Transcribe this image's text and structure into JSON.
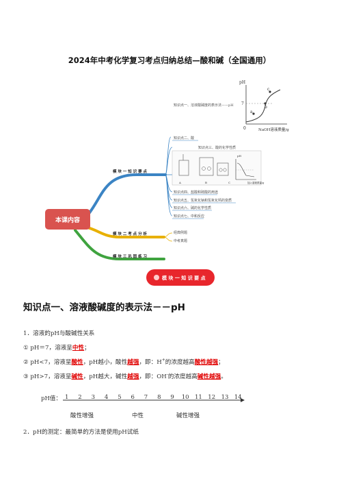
{
  "title": "2024年中考化学复习考点归纳总结—酸和碱（全国通用）",
  "mindmap": {
    "center": "本课内容",
    "branches": [
      {
        "label": "模 块 一   知 识 要 点",
        "color": "#3b84c4"
      },
      {
        "label": "模 块 二   考 点 分 析",
        "color": "#e8b000"
      },
      {
        "label": "模 块 三   巩 固 练 习",
        "color": "#3fa33f"
      }
    ],
    "kp1": "知识点一、溶液酸碱度的表示法——pH",
    "kp2": "知识点二、酸",
    "kp3": "知识点三、酸的化学性质",
    "kp4": "知识点四、盐酸和硫酸的用途",
    "kp5": "知识点五、氢氧化钠和氢氧化钙的变质",
    "kp6": "知识点六、碱的化学性质",
    "kp7": "知识点七、中和反应",
    "m2_items": [
      "经典例题",
      "中考真题"
    ],
    "graph": {
      "ylabel": "pH",
      "xlabel": "NaOH溶液质量/g",
      "seven": "7",
      "zero": "0",
      "a": "a",
      "b": "b",
      "c": "c"
    },
    "lab": {
      "a": "A",
      "b": "B",
      "c": "C",
      "ylabel": "pH",
      "xlabel": "加入溶液质量/g"
    },
    "banner": "模 块 一   知 识 要 点"
  },
  "section_heading": "知识点一、溶液酸碱度的表示法－－pH",
  "lines": {
    "l1": "1．溶液的pH与酸碱性关系",
    "l2a": "①  pH＝7，溶液呈",
    "l2b": "中性",
    "l2c": "；",
    "l3a": "②  pH<7，溶液呈",
    "l3b": "酸性",
    "l3c": "，pH越小，酸性",
    "l3d": "越强",
    "l3e": "，即：H",
    "l3f": "+",
    "l3g": "的浓度越高",
    "l3h": "酸性越强",
    "l3i": "；",
    "l4a": "③  pH>7，溶液呈",
    "l4b": "碱性",
    "l4c": "，pH越大，碱性",
    "l4d": "越强",
    "l4e": "，即：OH",
    "l4f": "-",
    "l4g": "的浓度越高",
    "l4h": "碱性越强",
    "l4i": "。",
    "l5": "2．pH的测定：最简单的方法是使用pH试纸"
  },
  "ph_scale": {
    "label": "pH值：",
    "numbers": [
      "1",
      "2",
      "3",
      "4",
      "5",
      "6",
      "7",
      "8",
      "9",
      "10",
      "11",
      "12",
      "13",
      "14"
    ],
    "captions": [
      "酸性增强",
      "中性",
      "碱性增强"
    ]
  }
}
